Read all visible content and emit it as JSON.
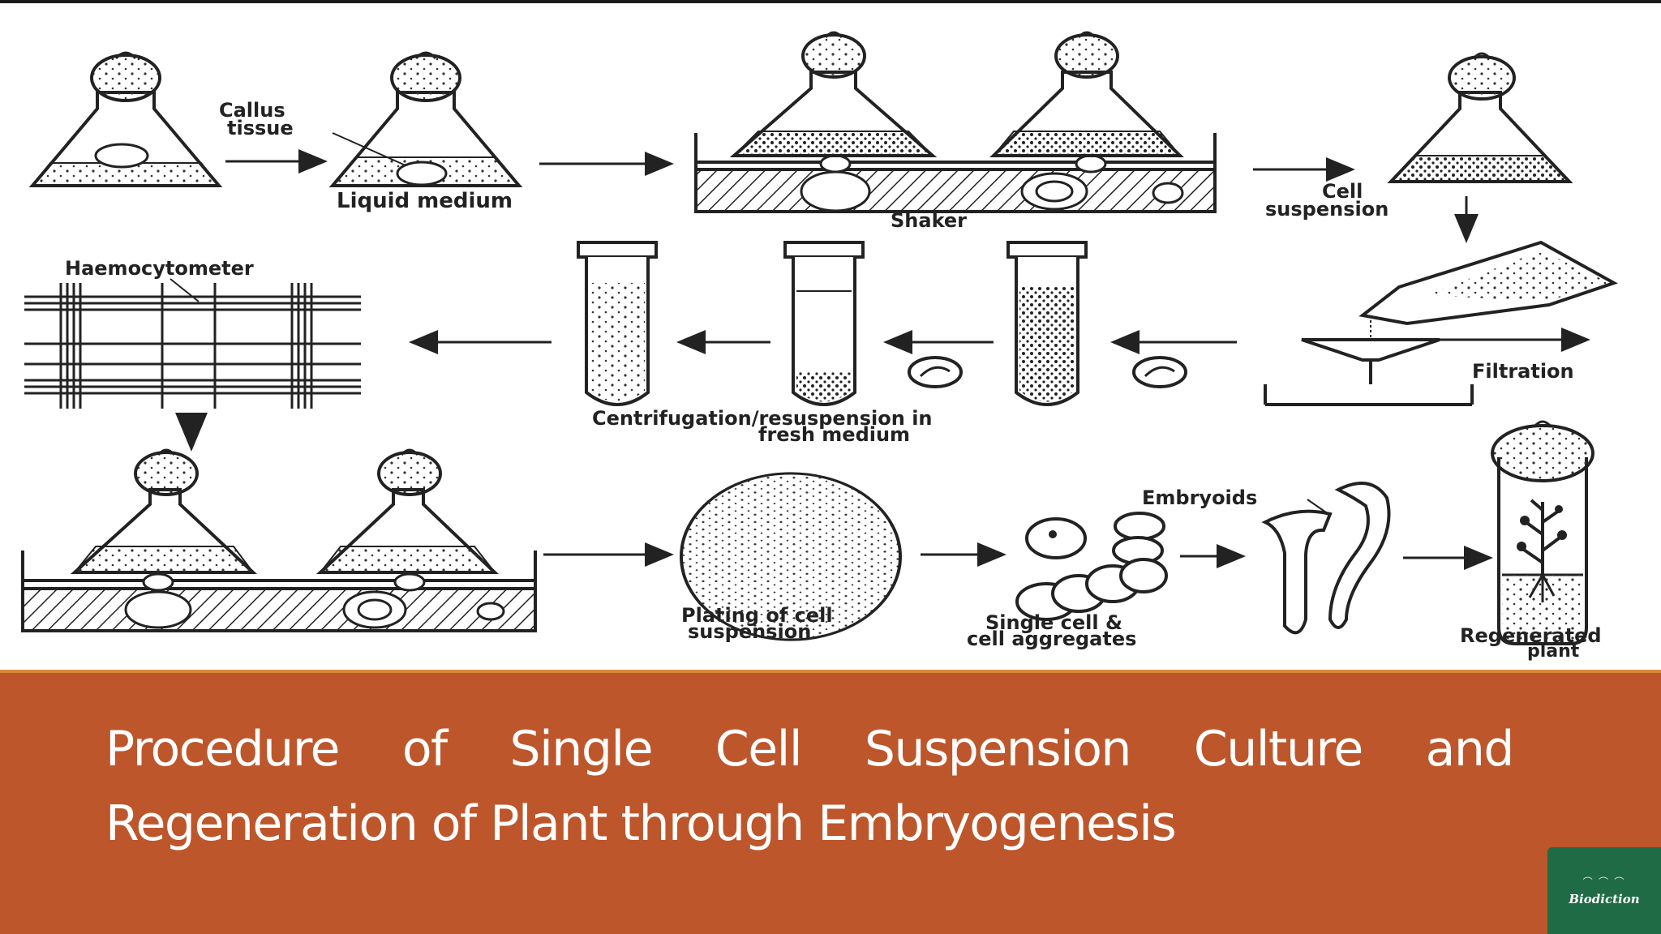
{
  "labels": {
    "callus_tissue_1": "Callus",
    "callus_tissue_2": "tissue",
    "liquid_medium": "Liquid medium",
    "shaker_top": "Shaker",
    "cell_suspension_1": "Cell",
    "cell_suspension_2": "suspension",
    "haemocytometer": "Haemocytometer",
    "filtration": "Filtration",
    "centrifugation_1": "Centrifugation/resuspension in",
    "centrifugation_2": "fresh medium",
    "embryoids": "Embryoids",
    "plating_1": "Plating of cell",
    "plating_2": "suspension",
    "single_cell_1": "Single cell &",
    "single_cell_2": "cell aggregates",
    "regenerated_1": "Regenerated",
    "regenerated_2": "plant"
  },
  "caption": {
    "title": "Procedure of Single Cell Suspension Culture and Regeneration of Plant through Embryogenesis"
  },
  "logo": {
    "name": "Biodiction",
    "icon": "birds-icon"
  },
  "colors": {
    "caption_background": "#bd562b",
    "caption_border": "#d98a3a",
    "logo_background": "#1f6b45",
    "caption_text": "#ffffff"
  }
}
